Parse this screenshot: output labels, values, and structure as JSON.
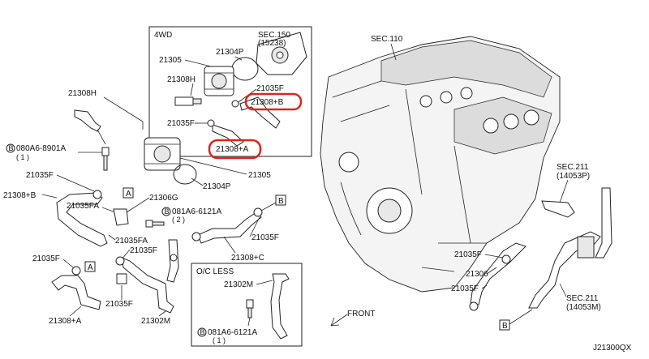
{
  "diagram_code": "J21300QX",
  "box_4wd": {
    "title": "4WD"
  },
  "box_oc_less": {
    "title": "O/C LESS"
  },
  "front_label": "FRONT",
  "refs": {
    "a": "A",
    "b": "B"
  },
  "labels": {
    "sec150": "SEC.150",
    "sec150_sub": "(15238)",
    "p21304p_top": "21304P",
    "p21305_top": "21305",
    "p21308h_box": "21308H",
    "p21035f_box_r": "21035F",
    "p21308b_box": "21308+B",
    "p21035f_box_l": "21035F",
    "p21308a_box": "21308+A",
    "p21305_mid": "21305",
    "p21304p_mid": "21304P",
    "sec110": "SEC.110",
    "p21308h": "21308H",
    "bolt_8901a": "080A6-8901A",
    "bolt_8901a_qty": "( 1 )",
    "p21035f_a": "21035F",
    "p21308b": "21308+B",
    "p21035fa_a": "21035FA",
    "p21306g": "21306G",
    "bolt_6121a": "081A6-6121A",
    "bolt_6121a_qty": "( 2 )",
    "p21035fa_b": "21035FA",
    "p21035f_b": "21035F",
    "p21035f_c": "21035F",
    "p21308c": "21308+C",
    "p21035f_d": "21035F",
    "p21308a": "21308+A",
    "p21035f_e": "21035F",
    "p21302m": "21302M",
    "p21302m_oc": "21302M",
    "bolt_6121a_oc": "081A6-6121A",
    "bolt_6121a_oc_qty": "( 1 )",
    "sec211_a": "SEC.211",
    "sec211_a_sub": "(14053P)",
    "p21035f_f": "21035F",
    "p21306": "21306",
    "p21035f_g": "21035F",
    "sec211_b": "SEC.211",
    "sec211_b_sub": "(14053M)"
  },
  "highlight_color": "#e0241b"
}
